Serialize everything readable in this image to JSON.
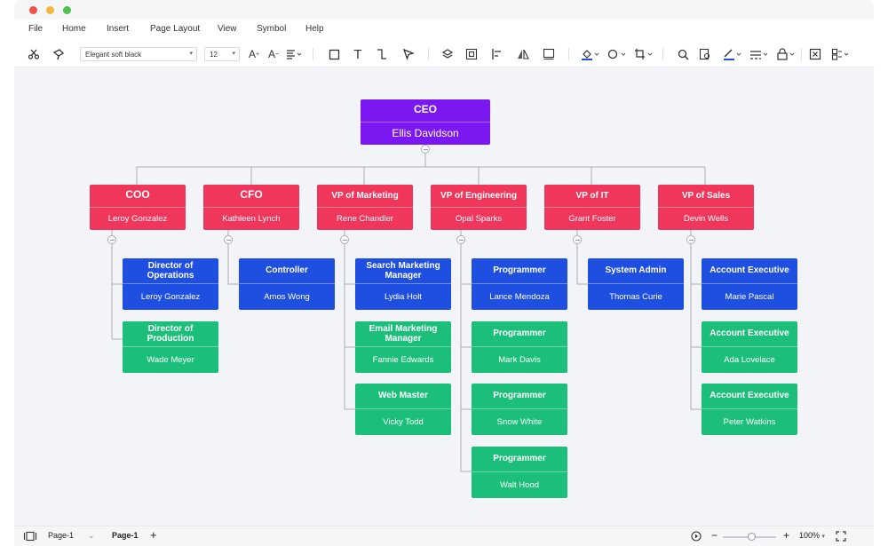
{
  "menu": [
    "File",
    "Home",
    "Insert",
    "Page Layout",
    "View",
    "Symbol",
    "Help"
  ],
  "toolbar": {
    "font_family": "Elegant soft black",
    "font_size": "12"
  },
  "chart": {
    "ceo": {
      "title": "CEO",
      "name": "Ellis Davidson"
    },
    "level1": [
      {
        "title": "COO",
        "name": "Leroy Gonzalez"
      },
      {
        "title": "CFO",
        "name": "Kathleen Lynch"
      },
      {
        "title": "VP of Marketing",
        "name": "Rene Chandler"
      },
      {
        "title": "VP of Engineering",
        "name": "Opal Sparks"
      },
      {
        "title": "VP of IT",
        "name": "Grant Foster"
      },
      {
        "title": "VP of Sales",
        "name": "Devin Wells"
      }
    ],
    "coo_reports": [
      {
        "title": "Director of Operations",
        "name": "Leroy Gonzalez"
      },
      {
        "title": "Director of Production",
        "name": "Wade Meyer"
      }
    ],
    "cfo_reports": [
      {
        "title": "Controller",
        "name": "Amos Wong"
      }
    ],
    "marketing_reports": [
      {
        "title": "Search Marketing Manager",
        "name": "Lydia Holt"
      },
      {
        "title": "Email Marketing Manager",
        "name": "Fannie Edwards"
      },
      {
        "title": "Web Master",
        "name": "Vicky Todd"
      }
    ],
    "engineering_reports": [
      {
        "title": "Programmer",
        "name": "Lance Mendoza"
      },
      {
        "title": "Programmer",
        "name": "Mark Davis"
      },
      {
        "title": "Programmer",
        "name": "Snow White"
      },
      {
        "title": "Programmer",
        "name": "Walt Hood"
      }
    ],
    "it_reports": [
      {
        "title": "System Admin",
        "name": "Thomas Curie"
      }
    ],
    "sales_reports": [
      {
        "title": "Account Executive",
        "name": "Marie Pascal"
      },
      {
        "title": "Account Executive",
        "name": "Ada Lovelace"
      },
      {
        "title": "Account Executive",
        "name": "Peter Watkins"
      }
    ]
  },
  "status": {
    "page_select": "Page-1",
    "page_tab": "Page-1",
    "add_page": "+",
    "zoom_minus": "−",
    "zoom_plus": "+",
    "zoom": "100%"
  },
  "colors": {
    "ceo": "#7b17f0",
    "executive": "#f0365b",
    "manager": "#1f4fe0",
    "staff": "#1bbf7a"
  }
}
